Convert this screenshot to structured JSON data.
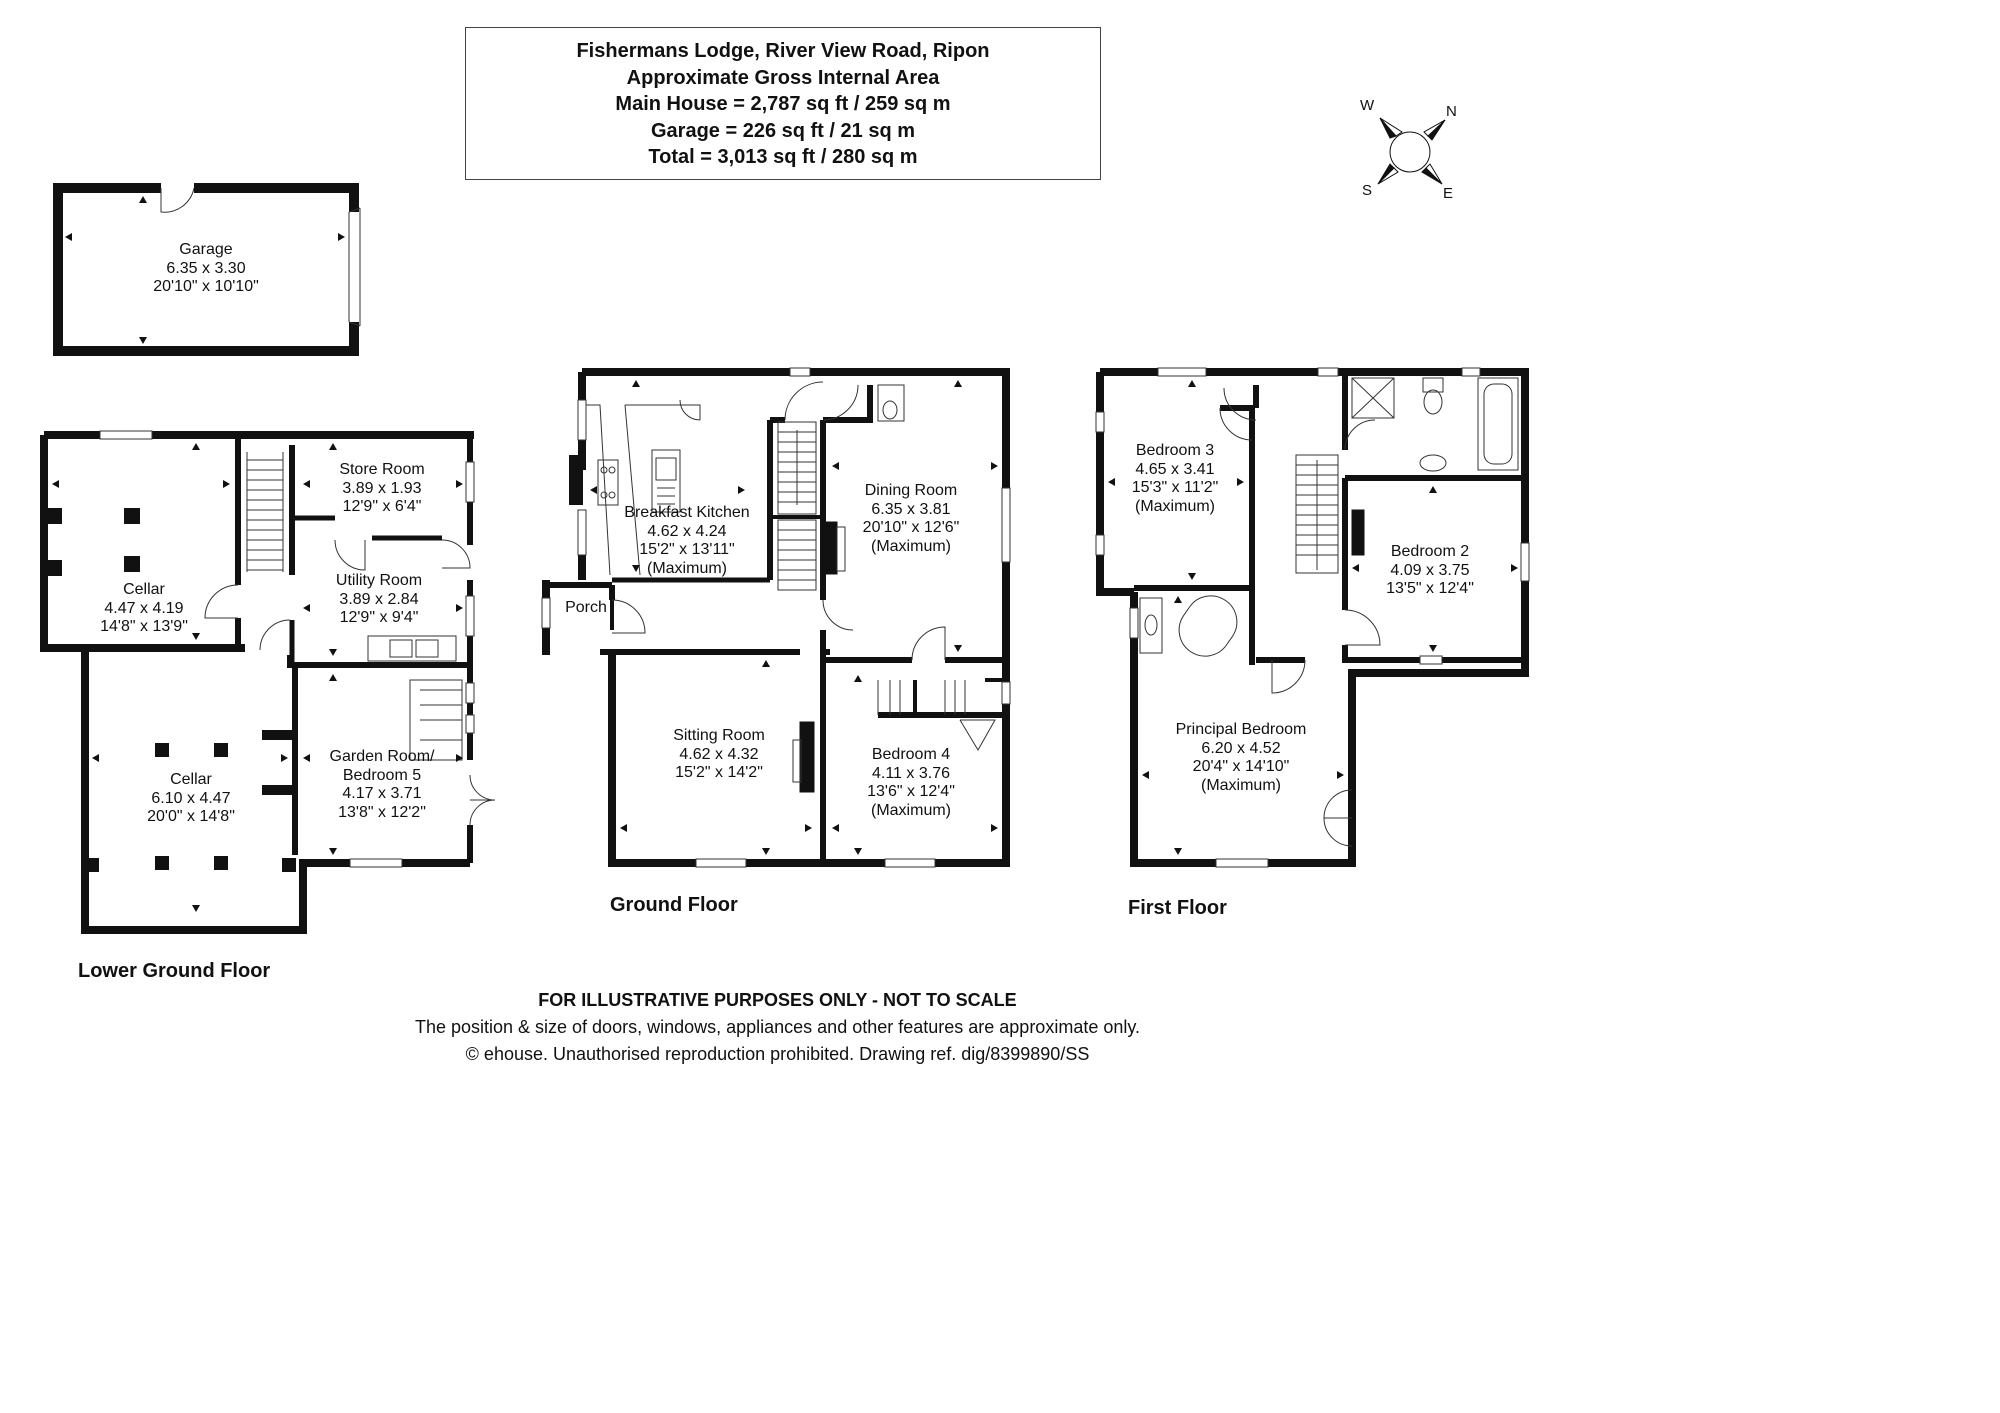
{
  "title_box": {
    "line1": "Fishermans Lodge, River View Road, Ripon",
    "line2": "Approximate Gross Internal Area",
    "line3": "Main House = 2,787 sq ft / 259 sq m",
    "line4": "Garage = 226 sq ft / 21 sq m",
    "line5": "Total = 3,013 sq ft / 280 sq m"
  },
  "compass": {
    "w": "W",
    "n": "N",
    "s": "S",
    "e": "E"
  },
  "floors": {
    "lower_ground": "Lower Ground Floor",
    "ground": "Ground Floor",
    "first": "First Floor"
  },
  "rooms": {
    "garage": {
      "name": "Garage",
      "metric": "6.35 x 3.30",
      "imperial": "20'10\" x 10'10\""
    },
    "cellar_1": {
      "name": "Cellar",
      "metric": "4.47 x 4.19",
      "imperial": "14'8\" x 13'9\""
    },
    "store_room": {
      "name": "Store Room",
      "metric": "3.89 x 1.93",
      "imperial": "12'9\" x 6'4\""
    },
    "utility_room": {
      "name": "Utility Room",
      "metric": "3.89 x 2.84",
      "imperial": "12'9\" x 9'4\""
    },
    "cellar_2": {
      "name": "Cellar",
      "metric": "6.10 x 4.47",
      "imperial": "20'0\" x 14'8\""
    },
    "garden_room": {
      "name": "Garden Room/",
      "name2": "Bedroom 5",
      "metric": "4.17 x 3.71",
      "imperial": "13'8\" x 12'2\""
    },
    "breakfast_kitchen": {
      "name": "Breakfast Kitchen",
      "metric": "4.62 x 4.24",
      "imperial": "15'2\" x 13'11\"",
      "note": "(Maximum)"
    },
    "dining_room": {
      "name": "Dining Room",
      "metric": "6.35 x 3.81",
      "imperial": "20'10\" x 12'6\"",
      "note": "(Maximum)"
    },
    "porch": {
      "name": "Porch"
    },
    "sitting_room": {
      "name": "Sitting Room",
      "metric": "4.62 x 4.32",
      "imperial": "15'2\" x 14'2\""
    },
    "bedroom_4": {
      "name": "Bedroom 4",
      "metric": "4.11 x 3.76",
      "imperial": "13'6\" x 12'4\"",
      "note": "(Maximum)"
    },
    "bedroom_3": {
      "name": "Bedroom 3",
      "metric": "4.65 x 3.41",
      "imperial": "15'3\" x 11'2\"",
      "note": "(Maximum)"
    },
    "bedroom_2": {
      "name": "Bedroom 2",
      "metric": "4.09 x 3.75",
      "imperial": "13'5\" x 12'4\""
    },
    "principal_bedroom": {
      "name": "Principal Bedroom",
      "metric": "6.20 x 4.52",
      "imperial": "20'4\" x 14'10\"",
      "note": "(Maximum)"
    }
  },
  "footer": {
    "disclaimer": "FOR ILLUSTRATIVE PURPOSES ONLY - NOT TO SCALE",
    "note": "The position & size of doors, windows, appliances and other features are approximate only.",
    "copyright": "© ehouse. Unauthorised reproduction prohibited. Drawing ref. dig/8399890/SS"
  },
  "colors": {
    "wall": "#111111",
    "line": "#333333",
    "background": "#ffffff"
  }
}
